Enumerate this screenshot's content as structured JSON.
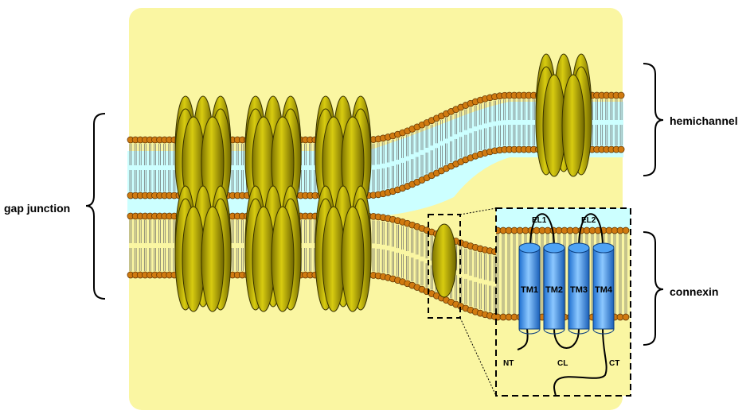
{
  "labels": {
    "gap_junction": "gap junction",
    "hemichannel": "hemichannel",
    "connexin": "connexin"
  },
  "connexin_detail": {
    "helices": [
      "TM1",
      "TM2",
      "TM3",
      "TM4"
    ],
    "loops": {
      "el1": "EL1",
      "el2": "EL2",
      "nt": "NT",
      "cl": "CL",
      "ct": "CT"
    }
  },
  "colors": {
    "cytoplasm": "#FAF6A2",
    "extracellular": "#CCFFFF",
    "lipid_head": "#D07A10",
    "channel_fill": "#C4B800",
    "channel_dark": "#807400",
    "helix_fill": "#2F8CF0",
    "helix_light": "#8CC8FF"
  }
}
